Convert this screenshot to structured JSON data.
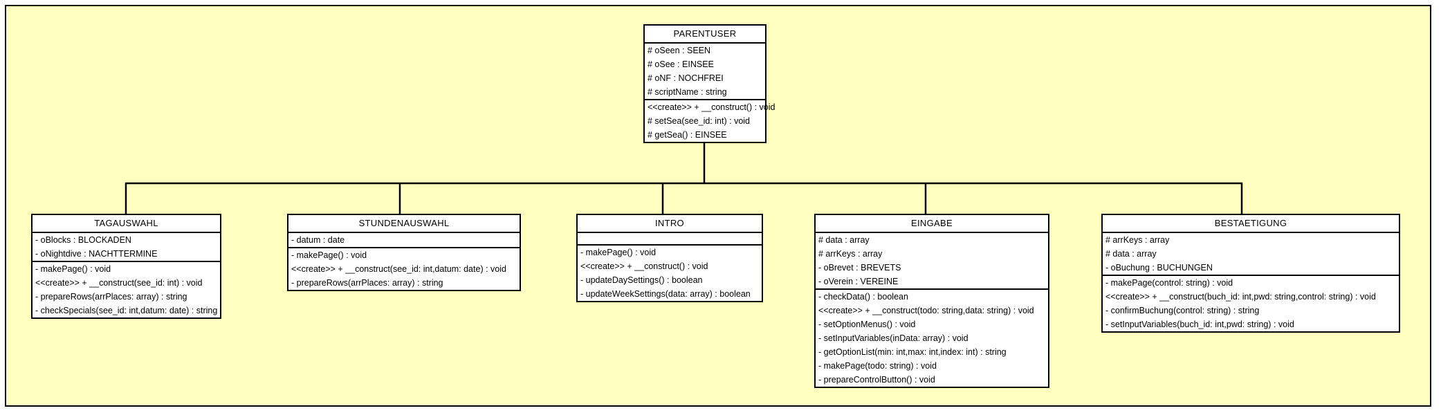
{
  "diagram": {
    "kind": "uml-class-diagram",
    "background_color": "#ffffbf",
    "class_fill_color": "#ffffff",
    "line_color": "#000000",
    "relationship": "generalization"
  },
  "classes": [
    {
      "id": "parentuser",
      "name": "PARENTUSER",
      "attributes": [
        "# oSeen : SEEN",
        "# oSee : EINSEE",
        "# oNF : NOCHFREI",
        "# scriptName : string"
      ],
      "operations": [
        "<<create>> + __construct() : void",
        "# setSea(see_id: int) : void",
        "# getSea() : EINSEE"
      ]
    },
    {
      "id": "tagauswahl",
      "name": "TAGAUSWAHL",
      "attributes": [
        "- oBlocks : BLOCKADEN",
        "- oNightdive : NACHTTERMINE"
      ],
      "operations": [
        "- makePage() : void",
        "<<create>> + __construct(see_id: int) : void",
        "- prepareRows(arrPlaces: array) : string",
        "- checkSpecials(see_id: int,datum: date) : string"
      ]
    },
    {
      "id": "stundenauswahl",
      "name": "STUNDENAUSWAHL",
      "attributes": [
        "- datum : date"
      ],
      "operations": [
        "- makePage() : void",
        "<<create>> + __construct(see_id: int,datum: date) : void",
        "- prepareRows(arrPlaces: array) : string"
      ]
    },
    {
      "id": "intro",
      "name": "INTRO",
      "attributes": [],
      "operations": [
        "- makePage() : void",
        "<<create>> + __construct() : void",
        "- updateDaySettings() : boolean",
        "- updateWeekSettings(data: array) : boolean"
      ]
    },
    {
      "id": "eingabe",
      "name": "EINGABE",
      "attributes": [
        "# data : array",
        "# arrKeys : array",
        "- oBrevet : BREVETS",
        "- oVerein : VEREINE"
      ],
      "operations": [
        "- checkData() : boolean",
        "<<create>> + __construct(todo: string,data: string) : void",
        "- setOptionMenus() : void",
        "- setInputVariables(inData: array) : void",
        "- getOptionList(min: int,max: int,index: int) : string",
        "- makePage(todo: string) : void",
        "- prepareControlButton() : void"
      ]
    },
    {
      "id": "bestaetigung",
      "name": "BESTAETIGUNG",
      "attributes": [
        "# arrKeys : array",
        "# data : array",
        "- oBuchung : BUCHUNGEN"
      ],
      "operations": [
        "- makePage(control: string) : void",
        "<<create>> + __construct(buch_id: int,pwd: string,control: string) : void",
        "- confirmBuchung(control: string) : string",
        "- setInputVariables(buch_id: int,pwd: string) : void"
      ]
    }
  ]
}
